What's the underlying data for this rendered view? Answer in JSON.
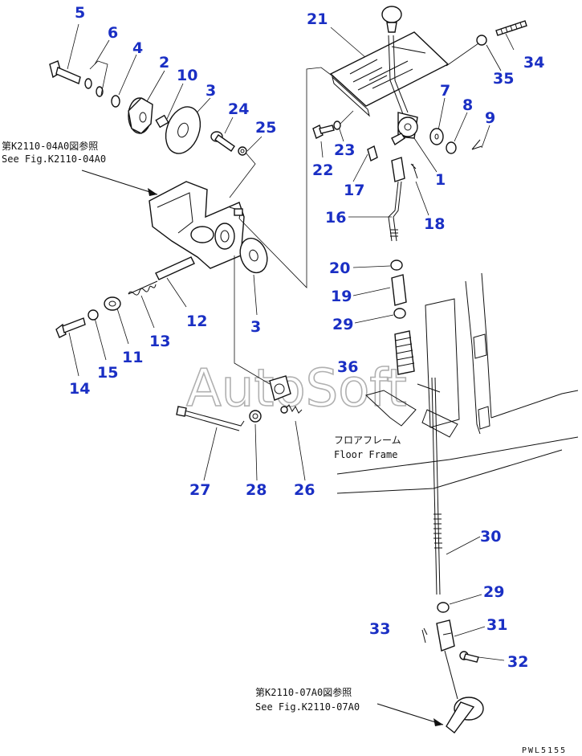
{
  "labels": [
    {
      "id": "5",
      "text": "5"
    },
    {
      "id": "6",
      "text": "6"
    },
    {
      "id": "4",
      "text": "4"
    },
    {
      "id": "2",
      "text": "2"
    },
    {
      "id": "10",
      "text": "10"
    },
    {
      "id": "3a",
      "text": "3"
    },
    {
      "id": "24",
      "text": "24"
    },
    {
      "id": "25",
      "text": "25"
    },
    {
      "id": "21",
      "text": "21"
    },
    {
      "id": "34",
      "text": "34"
    },
    {
      "id": "35",
      "text": "35"
    },
    {
      "id": "7",
      "text": "7"
    },
    {
      "id": "8",
      "text": "8"
    },
    {
      "id": "9",
      "text": "9"
    },
    {
      "id": "23",
      "text": "23"
    },
    {
      "id": "22",
      "text": "22"
    },
    {
      "id": "1",
      "text": "1"
    },
    {
      "id": "17",
      "text": "17"
    },
    {
      "id": "16",
      "text": "16"
    },
    {
      "id": "18",
      "text": "18"
    },
    {
      "id": "20",
      "text": "20"
    },
    {
      "id": "19",
      "text": "19"
    },
    {
      "id": "29a",
      "text": "29"
    },
    {
      "id": "36",
      "text": "36"
    },
    {
      "id": "12",
      "text": "12"
    },
    {
      "id": "3b",
      "text": "3"
    },
    {
      "id": "13",
      "text": "13"
    },
    {
      "id": "11",
      "text": "11"
    },
    {
      "id": "15",
      "text": "15"
    },
    {
      "id": "14",
      "text": "14"
    },
    {
      "id": "27",
      "text": "27"
    },
    {
      "id": "28",
      "text": "28"
    },
    {
      "id": "26",
      "text": "26"
    },
    {
      "id": "30",
      "text": "30"
    },
    {
      "id": "29b",
      "text": "29"
    },
    {
      "id": "33",
      "text": "33"
    },
    {
      "id": "31",
      "text": "31"
    },
    {
      "id": "32",
      "text": "32"
    }
  ],
  "notes": {
    "ref1_jp": "第K2110-04A0図参照",
    "ref1_en": "See Fig.K2110-04A0",
    "ref2_jp": "第K2110-07A0図参照",
    "ref2_en": "See Fig.K2110-07A0",
    "floor_jp": "フロアフレーム",
    "floor_en": "Floor Frame"
  },
  "watermark": "AutoSoft",
  "drawing_code": "PWL5155",
  "colors": {
    "callout": "#1a2fc4",
    "line": "#111111",
    "watermark": "#b0b0b0"
  }
}
